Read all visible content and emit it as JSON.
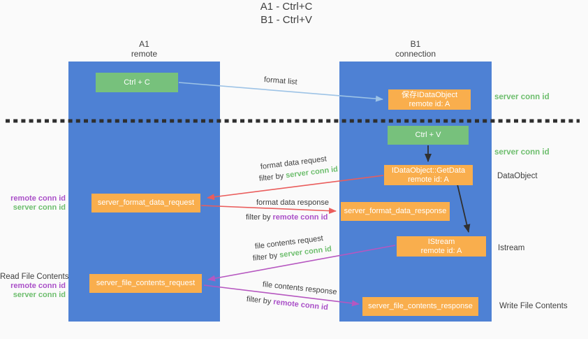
{
  "title": {
    "line1": "A1 - Ctrl+C",
    "line2": "B1 - Ctrl+V"
  },
  "lanes": {
    "left": {
      "title": "A1",
      "subtitle": "remote"
    },
    "right": {
      "title": "B1",
      "subtitle": "connection"
    }
  },
  "nodes": {
    "ctrl_c": {
      "label": "Ctrl + C"
    },
    "ctrl_v": {
      "label": "Ctrl + V"
    },
    "save_dataobject": {
      "line1": "保存IDataObject",
      "line2": "remote id: A"
    },
    "getdata": {
      "line1": "IDataObject::GetData",
      "line2": "remote id: A"
    },
    "istream": {
      "line1": "IStream",
      "line2": "remote id: A"
    },
    "server_format_data_request": {
      "label": "server_format_data_request"
    },
    "server_format_data_response": {
      "label": "server_format_data_response"
    },
    "server_file_contents_request": {
      "label": "server_file_contents_request"
    },
    "server_file_contents_response": {
      "label": "server_file_contents_response"
    }
  },
  "arrow_labels": {
    "format_list": "format list",
    "format_data_request": "format data request",
    "format_data_response": "format data response",
    "file_contents_request": "file contents request",
    "file_contents_response": "file contents response",
    "filter_by": "filter by ",
    "server_conn_id": "server conn id",
    "remote_conn_id": "remote conn id"
  },
  "side_labels": {
    "server_conn_id_top": "server conn id",
    "server_conn_id_mid": "server conn id",
    "dataobject": "DataObject",
    "istream": "Istream",
    "read_file_contents": "Read File Contents",
    "write_file_contents": "Write File Contents",
    "remote_conn_id": "remote conn id",
    "server_conn_id": "server conn id"
  },
  "colors": {
    "background": "#FAFAFA",
    "lane_blue": "#4E81D4",
    "box_green": "#77C17C",
    "box_orange": "#F9AE4D",
    "arrow_light_blue": "#9DC3E6",
    "arrow_red": "#EA5D5C",
    "arrow_purple": "#B657C0",
    "arrow_black": "#303030",
    "text_green": "#6EBE6E",
    "text_purple": "#AA50C8",
    "text_dark": "#3F3F3F"
  }
}
